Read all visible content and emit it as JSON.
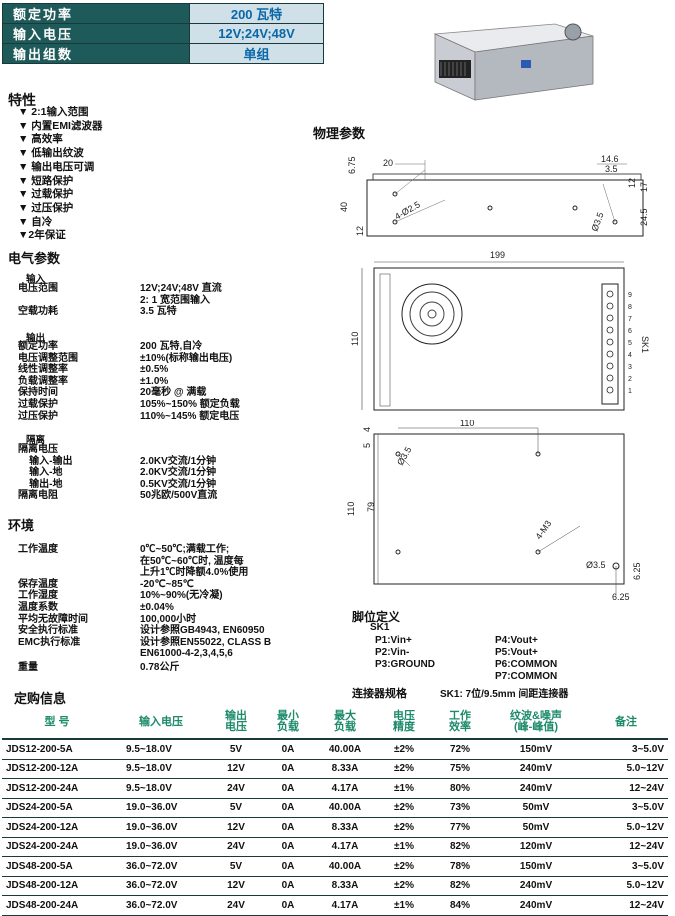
{
  "header": [
    {
      "label": "额定功率",
      "value": "200 瓦特"
    },
    {
      "label": "输入电压",
      "value": "12V;24V;48V"
    },
    {
      "label": "输出组数",
      "value": "单组"
    }
  ],
  "features": {
    "title": "特性",
    "items": [
      "▼ 2:1输入范围",
      "▼ 内置EMI滤波器",
      "▼ 高效率",
      "▼ 低输出纹波",
      "▼ 输出电压可调",
      "▼ 短路保护",
      "▼ 过载保护",
      "▼ 过压保护",
      "▼ 自冷",
      "▼2年保证"
    ]
  },
  "physical": {
    "title": "物理参数",
    "dims": {
      "top": [
        "20",
        "6.75",
        "40",
        "12",
        "14.6",
        "3.5",
        "12",
        "17",
        "24.5",
        "4-Ø2.5",
        "Ø3.5"
      ],
      "main": [
        "199",
        "110",
        "SK1"
      ],
      "terms": [
        "9",
        "8",
        "7",
        "6",
        "5",
        "4",
        "3",
        "2",
        "1"
      ],
      "bottom": [
        "4",
        "5",
        "110",
        "79",
        "110",
        "Ø3.5",
        "4-M3",
        "Ø3.5",
        "6.25",
        "6.25"
      ]
    }
  },
  "electrical": {
    "title": "电气参数",
    "input_title": "输入",
    "input": [
      {
        "k": "电压范围",
        "v": "12V;24V;48V 直流"
      },
      {
        "k": "",
        "v": "2: 1 宽范围输入"
      },
      {
        "k": "空载功耗",
        "v": "3.5 瓦特"
      }
    ],
    "output_title": "输出",
    "output": [
      {
        "k": "额定功率",
        "v": "200 瓦特,自冷"
      },
      {
        "k": "电压调整范围",
        "v": "±10%(标称输出电压)"
      },
      {
        "k": "线性调整率",
        "v": "±0.5%"
      },
      {
        "k": "负载调整率",
        "v": "±1.0%"
      },
      {
        "k": "保持时间",
        "v": "20毫秒 @ 满载"
      },
      {
        "k": "过载保护",
        "v": "105%~150% 额定负载"
      },
      {
        "k": "过压保护",
        "v": "110%~145% 额定电压"
      }
    ],
    "isolation_title": "隔离",
    "isolation": [
      {
        "k": "隔离电压",
        "v": ""
      },
      {
        "k": "    输入-输出",
        "v": "2.0KV交流/1分钟"
      },
      {
        "k": "    输入-地",
        "v": "2.0KV交流/1分钟"
      },
      {
        "k": "    输出-地",
        "v": "0.5KV交流/1分钟"
      },
      {
        "k": "隔离电阻",
        "v": "50兆欧/500V直流"
      }
    ]
  },
  "environment": {
    "title": "环境",
    "rows": [
      {
        "k": "工作温度",
        "v": "0℃~50℃;满载工作;"
      },
      {
        "k": "",
        "v": "在50℃~60℃时, 温度每"
      },
      {
        "k": "",
        "v": "上升1℃时降额4.0%使用"
      },
      {
        "k": "保存温度",
        "v": "-20℃~85℃"
      },
      {
        "k": "工作湿度",
        "v": "10%~90%(无冷凝)"
      },
      {
        "k": "温度系数",
        "v": "±0.04%"
      },
      {
        "k": "平均无故障时间",
        "v": "100,000小时"
      },
      {
        "k": "安全执行标准",
        "v": "设计参照GB4943, EN60950"
      },
      {
        "k": "EMC执行标准",
        "v": "设计参照EN55022, CLASS B"
      },
      {
        "k": "",
        "v": "EN61000-4-2,3,4,5,6"
      },
      {
        "k": "重量",
        "v": "0.78公斤"
      }
    ]
  },
  "pins": {
    "title": "脚位定义",
    "sk": "SK1",
    "left": [
      "P1:Vin+",
      "P2:Vin-",
      "P3:GROUND"
    ],
    "right": [
      "P4:Vout+",
      "P5:Vout+",
      "P6:COMMON",
      "P7:COMMON"
    ],
    "connector_label": "连接器规格",
    "connector_value": "SK1: 7位/9.5mm 间距连接器"
  },
  "order": {
    "title": "定购信息",
    "headers": [
      "型 号",
      "输入电压",
      "输出\n电压",
      "最小\n负载",
      "最大\n负载",
      "电压\n精度",
      "工作\n效率",
      "纹波&噪声\n(峰-峰值)",
      "备注"
    ],
    "rows": [
      [
        "JDS12-200-5A",
        "9.5~18.0V",
        "5V",
        "0A",
        "40.00A",
        "±2%",
        "72%",
        "150mV",
        "3~5.0V"
      ],
      [
        "JDS12-200-12A",
        "9.5~18.0V",
        "12V",
        "0A",
        "8.33A",
        "±2%",
        "75%",
        "240mV",
        "5.0~12V"
      ],
      [
        "JDS12-200-24A",
        "9.5~18.0V",
        "24V",
        "0A",
        "4.17A",
        "±1%",
        "80%",
        "240mV",
        "12~24V"
      ],
      [
        "JDS24-200-5A",
        "19.0~36.0V",
        "5V",
        "0A",
        "40.00A",
        "±2%",
        "73%",
        "50mV",
        "3~5.0V"
      ],
      [
        "JDS24-200-12A",
        "19.0~36.0V",
        "12V",
        "0A",
        "8.33A",
        "±2%",
        "77%",
        "50mV",
        "5.0~12V"
      ],
      [
        "JDS24-200-24A",
        "19.0~36.0V",
        "24V",
        "0A",
        "4.17A",
        "±1%",
        "82%",
        "120mV",
        "12~24V"
      ],
      [
        "JDS48-200-5A",
        "36.0~72.0V",
        "5V",
        "0A",
        "40.00A",
        "±2%",
        "78%",
        "150mV",
        "3~5.0V"
      ],
      [
        "JDS48-200-12A",
        "36.0~72.0V",
        "12V",
        "0A",
        "8.33A",
        "±2%",
        "82%",
        "240mV",
        "5.0~12V"
      ],
      [
        "JDS48-200-24A",
        "36.0~72.0V",
        "24V",
        "0A",
        "4.17A",
        "±1%",
        "84%",
        "240mV",
        "12~24V"
      ]
    ]
  }
}
